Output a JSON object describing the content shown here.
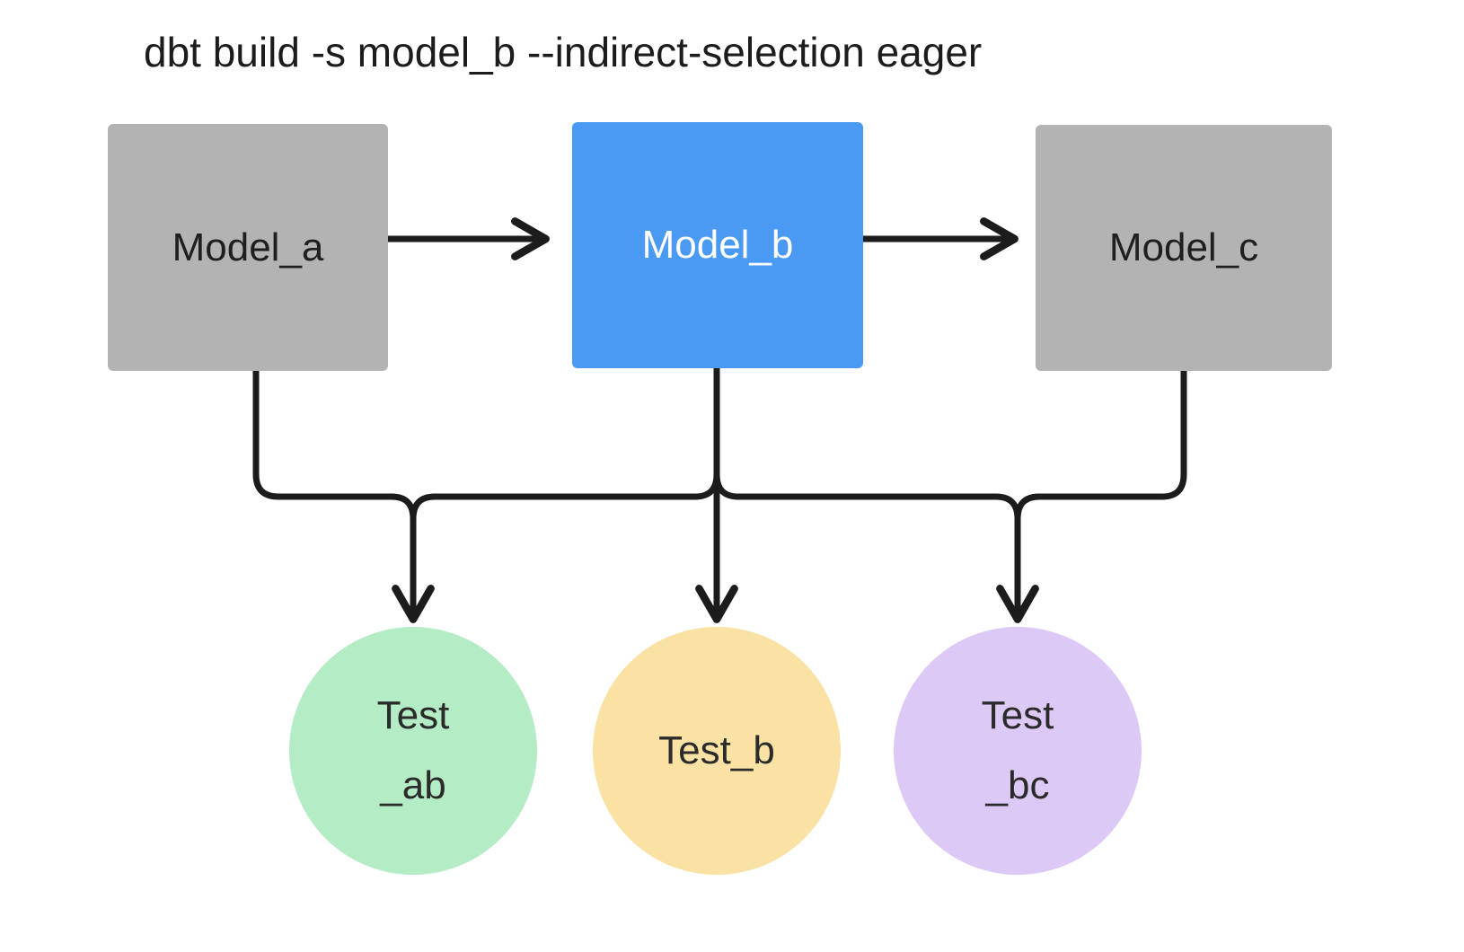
{
  "title": "dbt build -s model_b --indirect-selection eager",
  "colors": {
    "background": "#ffffff",
    "model_default": "#b3b3b3",
    "model_selected": "#4a9af4",
    "model_selected_text": "#ffffff",
    "model_default_text": "#1f1f1f",
    "test_ab": "#b4ecc5",
    "test_b": "#f9e2a3",
    "test_bc": "#dcc9f5",
    "test_text": "#2b2b2b",
    "edge": "#1c1c1c"
  },
  "models": [
    {
      "id": "model_a",
      "label": "Model_a",
      "selected": false
    },
    {
      "id": "model_b",
      "label": "Model_b",
      "selected": true
    },
    {
      "id": "model_c",
      "label": "Model_c",
      "selected": false
    }
  ],
  "tests": [
    {
      "id": "test_ab",
      "line1": "Test",
      "line2": "_ab",
      "color": "#b4ecc5"
    },
    {
      "id": "test_b",
      "line1": "Test_b",
      "line2": "",
      "color": "#f9e2a3"
    },
    {
      "id": "test_bc",
      "line1": "Test",
      "line2": "_bc",
      "color": "#dcc9f5"
    }
  ],
  "edges": [
    {
      "from": "model_a",
      "to": "model_b",
      "kind": "ref"
    },
    {
      "from": "model_b",
      "to": "model_c",
      "kind": "ref"
    },
    {
      "from": "model_a",
      "to": "test_ab",
      "kind": "test"
    },
    {
      "from": "model_b",
      "to": "test_ab",
      "kind": "test"
    },
    {
      "from": "model_b",
      "to": "test_b",
      "kind": "test"
    },
    {
      "from": "model_b",
      "to": "test_bc",
      "kind": "test"
    },
    {
      "from": "model_c",
      "to": "test_bc",
      "kind": "test"
    }
  ]
}
